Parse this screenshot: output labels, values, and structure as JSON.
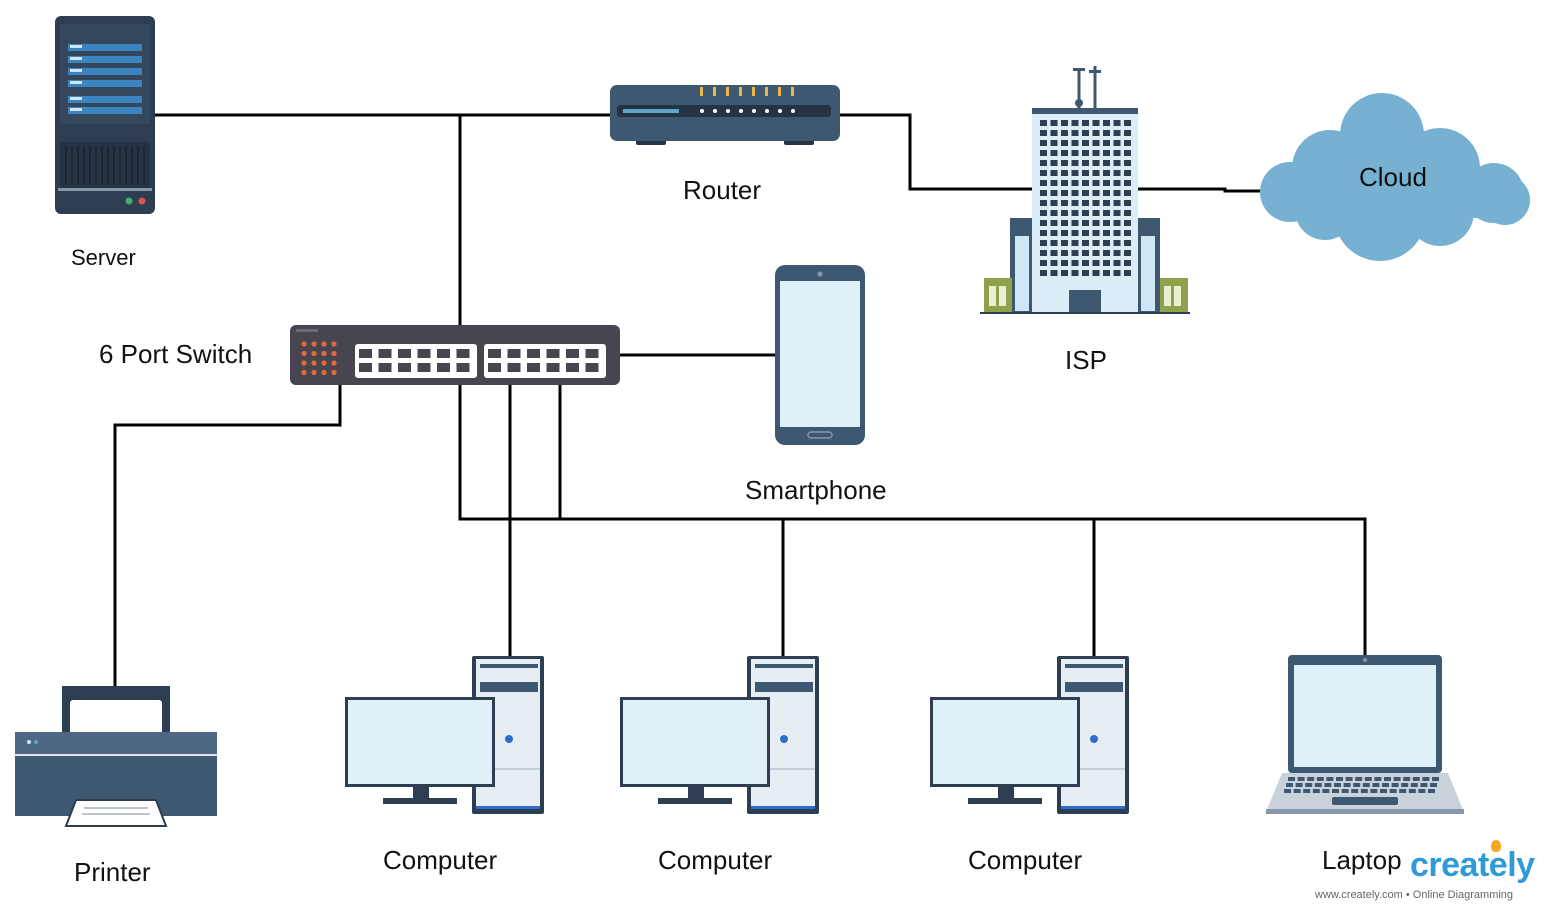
{
  "labels": {
    "server": "Server",
    "router": "Router",
    "isp": "ISP",
    "cloud": "Cloud",
    "switch": "6 Port Switch",
    "smartphone": "Smartphone",
    "printer": "Printer",
    "computer_1": "Computer",
    "computer_2": "Computer",
    "computer_3": "Computer",
    "laptop": "Laptop"
  },
  "watermark": {
    "brand": "creately",
    "tagline": "www.creately.com • Online Diagramming"
  },
  "colors": {
    "device_dark": "#2e3e52",
    "device_panel": "#3f5872",
    "screen": "#dff1f8",
    "cloud": "#76b1d2",
    "switch_body": "#474650",
    "port_orange": "#e06a3a",
    "building_green": "#8fa24b",
    "brand_blue": "#2f9bd6",
    "brand_orange": "#f5a623",
    "link": "#000000"
  }
}
